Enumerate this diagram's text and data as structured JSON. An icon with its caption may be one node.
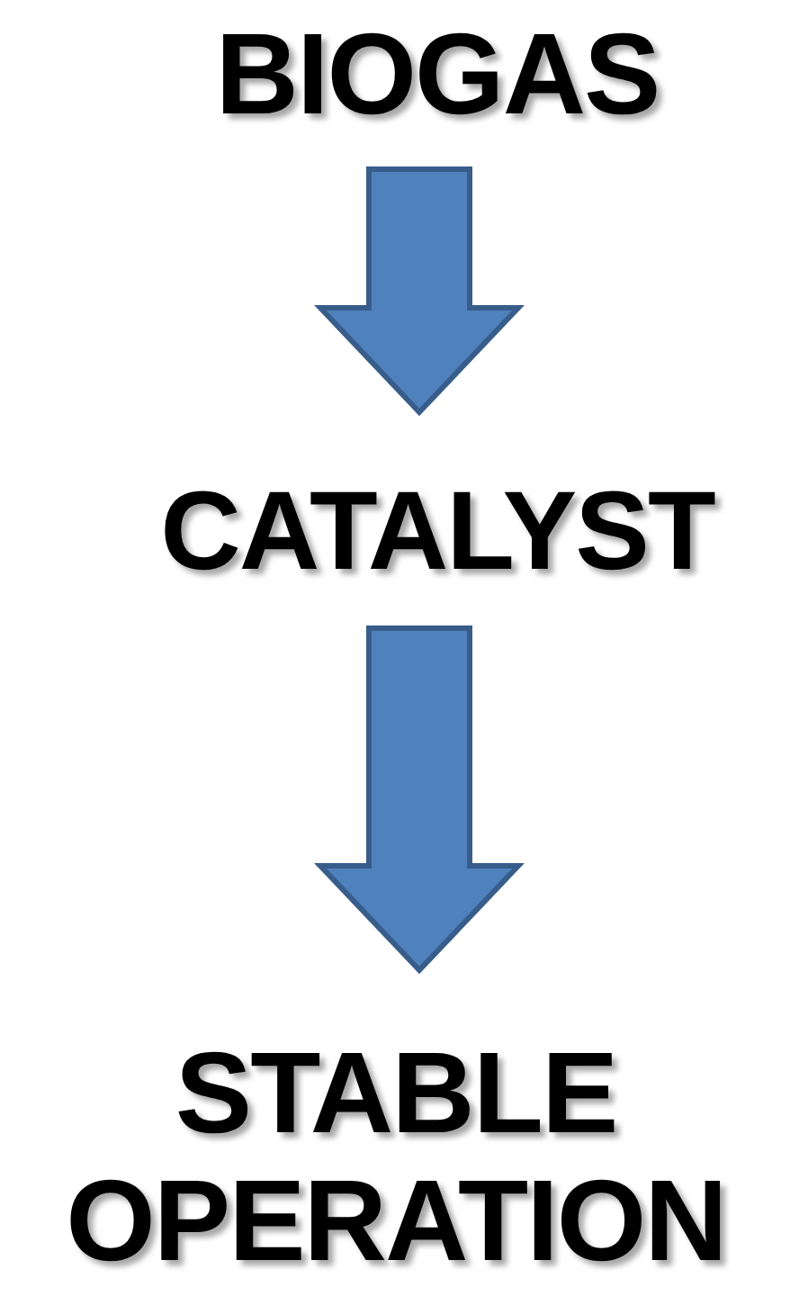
{
  "diagram": {
    "nodes": [
      {
        "text": [
          "BIOGAS"
        ]
      },
      {
        "text": [
          "CATALYST"
        ]
      },
      {
        "text": [
          "STABLE OPERATION"
        ]
      }
    ],
    "edges": [
      {
        "from": 0,
        "to": 1,
        "arrow": "to"
      },
      {
        "from": 1,
        "to": 2,
        "arrow": "to"
      }
    ]
  }
}
